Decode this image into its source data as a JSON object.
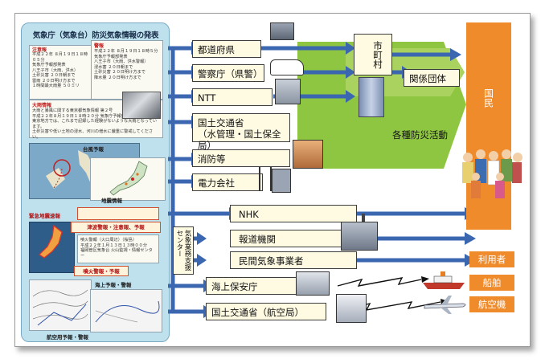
{
  "panel": {
    "title": "気象庁（気象台）防災気象情報の発表",
    "warn_label_1": "注意報",
    "warn_label_2": "警報",
    "heavy_rain_label": "大雨情報",
    "typhoon_label": "台風予報",
    "earthquake_info_label": "地震情報",
    "quake_alert_label": "緊急地震速報",
    "tsunami_label": "津波警報・注意報、予報",
    "volcano_label": "噴火警報・予報",
    "marine_label": "海上予報・警報",
    "aviation_label": "航空用予報・警報"
  },
  "recipients": {
    "prefecture": "都道府県",
    "police": "警察庁（県警）",
    "ntt": "NTT",
    "mlit_water_1": "国土交通省",
    "mlit_water_2": "（水管理・国土保全局）",
    "fire": "消防等",
    "power": "電力会社",
    "nhk": "NHK",
    "press": "報道機関",
    "private_weather": "民間気象事業者",
    "coast_guard": "海上保安庁",
    "mlit_aviation": "国土交通省（航空局）"
  },
  "nodes": {
    "municipality": "市町村",
    "related_orgs": "関係団体",
    "disaster_activity": "各種防災活動",
    "support_center": "気象業務支援センター"
  },
  "targets": {
    "citizens": "国民",
    "users": "利用者",
    "ships": "船舶",
    "aircraft": "航空機"
  },
  "colors": {
    "arrow_blue": "#3b66b0",
    "green_band": "#8fc641",
    "orange": "#f08b2c",
    "panel_bg": "#bfe1ee",
    "box_fill": "#fffbe3"
  }
}
